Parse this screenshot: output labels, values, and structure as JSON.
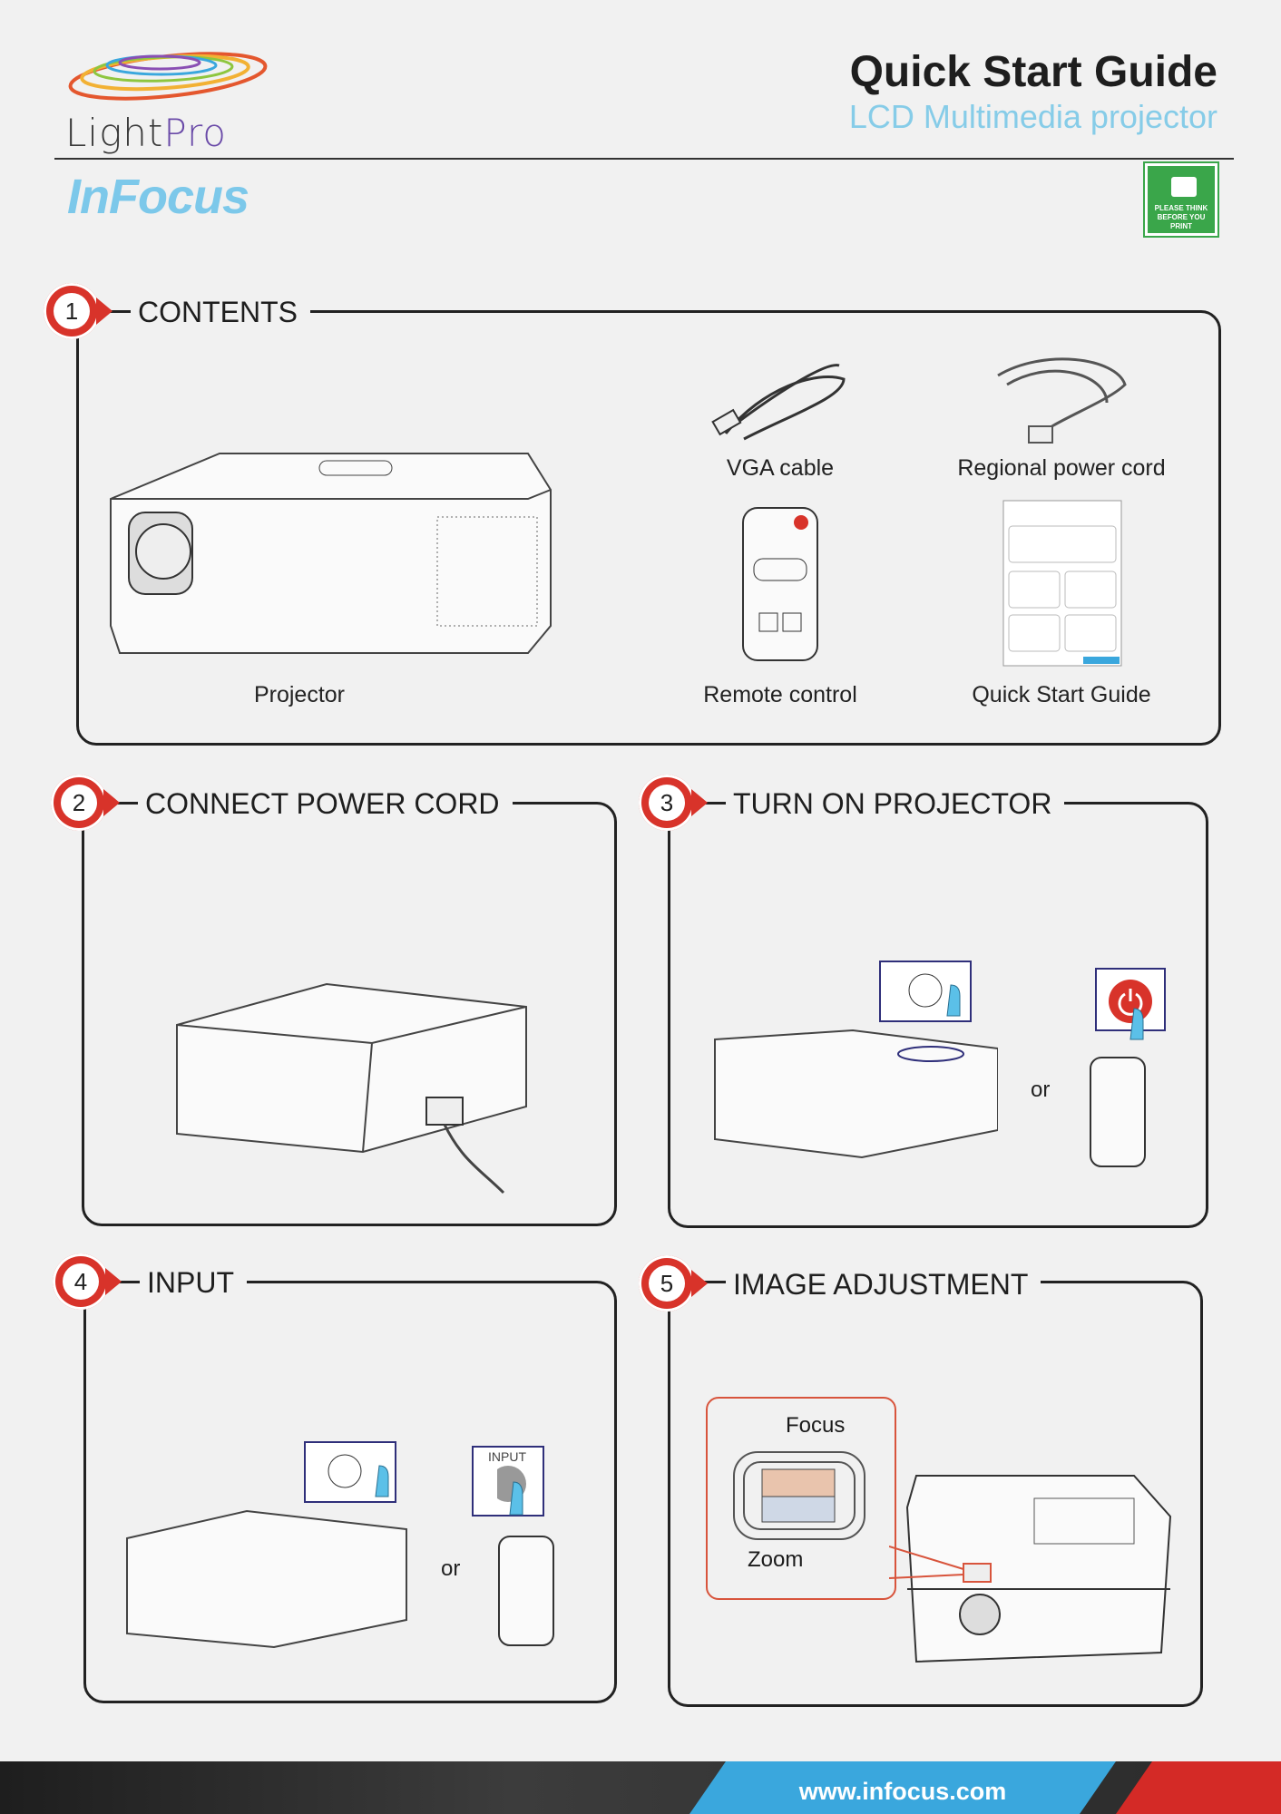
{
  "header": {
    "brand_light": "Light",
    "brand_pro": "Pro",
    "brand_company": "InFocus",
    "title": "Quick Start Guide",
    "subtitle": "LCD Multimedia projector",
    "eco_badge_text": "PLEASE THINK BEFORE YOU PRINT"
  },
  "sections": [
    {
      "number": "1",
      "title": "CONTENTS"
    },
    {
      "number": "2",
      "title": "CONNECT POWER CORD"
    },
    {
      "number": "3",
      "title": "TURN ON PROJECTOR"
    },
    {
      "number": "4",
      "title": "INPUT"
    },
    {
      "number": "5",
      "title": "IMAGE ADJUSTMENT"
    }
  ],
  "contents": {
    "projector": "Projector",
    "vga_cable": "VGA cable",
    "power_cord": "Regional power cord",
    "remote": "Remote control",
    "guide": "Quick Start Guide"
  },
  "turn_on": {
    "or": "or"
  },
  "input": {
    "or": "or",
    "remote_key": "INPUT"
  },
  "image_adjustment": {
    "focus": "Focus",
    "zoom": "Zoom"
  },
  "footer": {
    "url": "www.infocus.com"
  },
  "colors": {
    "accent_red": "#d8332a",
    "accent_blue": "#86cce8",
    "eco_green": "#3aa64a"
  }
}
